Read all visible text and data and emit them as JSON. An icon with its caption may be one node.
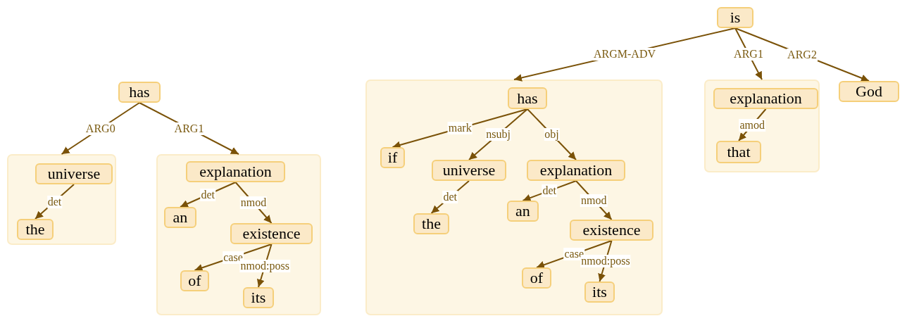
{
  "diagram": {
    "nodes": [
      {
        "text": [
          "has"
        ]
      },
      {
        "text": [],
        "shape": "box"
      },
      {
        "text": [
          "universe"
        ],
        "in": 1
      },
      {
        "text": [
          "the"
        ],
        "in": 1
      },
      {
        "text": [],
        "shape": "box"
      },
      {
        "text": [
          "explanation"
        ],
        "in": 4
      },
      {
        "text": [
          "an"
        ],
        "in": 4
      },
      {
        "text": [
          "existence"
        ],
        "in": 4
      },
      {
        "text": [
          "of"
        ],
        "in": 4
      },
      {
        "text": [
          "its"
        ],
        "in": 4
      },
      {
        "text": [
          "is"
        ]
      },
      {
        "text": [],
        "shape": "box"
      },
      {
        "text": [
          "has"
        ],
        "in": 11
      },
      {
        "text": [
          "if"
        ],
        "in": 11
      },
      {
        "text": [
          "universe"
        ],
        "in": 11
      },
      {
        "text": [
          "explanation"
        ],
        "in": 11
      },
      {
        "text": [
          "the"
        ],
        "in": 11
      },
      {
        "text": [
          "an"
        ],
        "in": 11
      },
      {
        "text": [
          "existence"
        ],
        "in": 11
      },
      {
        "text": [
          "of"
        ],
        "in": 11
      },
      {
        "text": [
          "its"
        ],
        "in": 11
      },
      {
        "text": [],
        "shape": "box"
      },
      {
        "text": [
          "explanation"
        ],
        "in": 21
      },
      {
        "text": [
          "that"
        ],
        "in": 21
      },
      {
        "text": [
          "God"
        ]
      }
    ],
    "edges": [
      {
        "from": 0,
        "to": 1,
        "arrow": "to",
        "label": "ARG0"
      },
      {
        "from": 0,
        "to": 4,
        "arrow": "to",
        "label": "ARG1"
      },
      {
        "from": 2,
        "to": 3,
        "arrow": "to",
        "label": "det"
      },
      {
        "from": 5,
        "to": 6,
        "arrow": "to",
        "label": "det"
      },
      {
        "from": 5,
        "to": 7,
        "arrow": "to",
        "label": "nmod"
      },
      {
        "from": 7,
        "to": 8,
        "arrow": "to",
        "label": "case"
      },
      {
        "from": 7,
        "to": 9,
        "arrow": "to",
        "label": "nmod:poss"
      },
      {
        "from": 10,
        "to": 11,
        "arrow": "to",
        "label": "ARGM-ADV"
      },
      {
        "from": 10,
        "to": 21,
        "arrow": "to",
        "label": "ARG1"
      },
      {
        "from": 10,
        "to": 24,
        "arrow": "to",
        "label": "ARG2"
      },
      {
        "from": 12,
        "to": 13,
        "arrow": "to",
        "label": "mark"
      },
      {
        "from": 12,
        "to": 14,
        "arrow": "to",
        "label": "nsubj"
      },
      {
        "from": 12,
        "to": 15,
        "arrow": "to",
        "label": "obj"
      },
      {
        "from": 14,
        "to": 16,
        "arrow": "to",
        "label": "det"
      },
      {
        "from": 15,
        "to": 17,
        "arrow": "to",
        "label": "det"
      },
      {
        "from": 15,
        "to": 18,
        "arrow": "to",
        "label": "nmod"
      },
      {
        "from": 18,
        "to": 19,
        "arrow": "to",
        "label": "case"
      },
      {
        "from": 18,
        "to": 20,
        "arrow": "to",
        "label": "nmod:poss"
      },
      {
        "from": 22,
        "to": 23,
        "arrow": "to",
        "label": "amod"
      }
    ]
  }
}
